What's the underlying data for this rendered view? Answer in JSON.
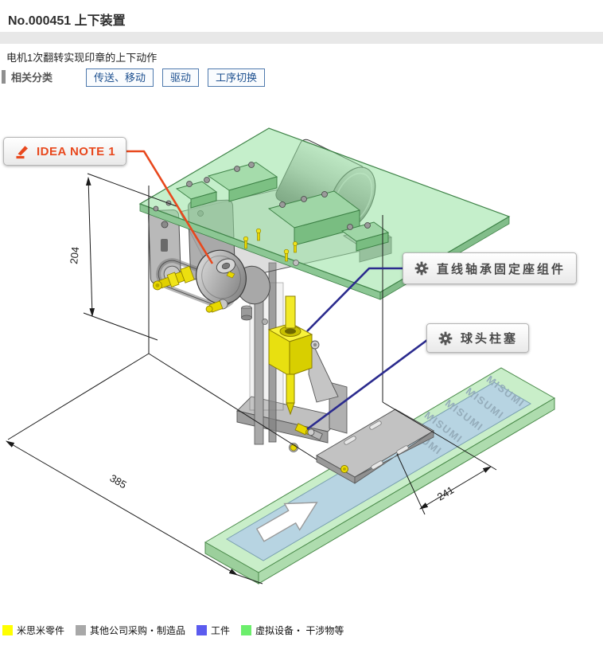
{
  "header": {
    "title": "No.000451 上下装置"
  },
  "description": "电机1次翻转实现印章的上下动作",
  "categories": {
    "label": "相关分类",
    "tags": [
      "传送、移动",
      "驱动",
      "工序切换"
    ]
  },
  "callouts": {
    "idea_note": "IDEA NOTE 1",
    "part_labels": [
      {
        "label": "直线轴承固定座组件"
      },
      {
        "label": "球头柱塞"
      }
    ]
  },
  "drawing": {
    "dimensions": {
      "height": "204",
      "depth": "385",
      "width": "241"
    },
    "conveyor_brand": "MISUMI",
    "colors": {
      "misumi_part_yellow": "#f0e400",
      "virtual_green": "#bfe9bf",
      "workpiece_blue": "#b7d4e2",
      "callout_orange": "#e8481d",
      "callout_navy": "#2b2b8e"
    }
  },
  "legend": {
    "items": [
      {
        "label": "米思米零件",
        "color": "#ffff00"
      },
      {
        "label": "其他公司采购・制造品",
        "color": "#a8a8a8"
      },
      {
        "label": "工件",
        "color": "#5b5bef"
      },
      {
        "label": "虚拟设备・ 干涉物等",
        "color": "#6cee6c"
      }
    ]
  }
}
